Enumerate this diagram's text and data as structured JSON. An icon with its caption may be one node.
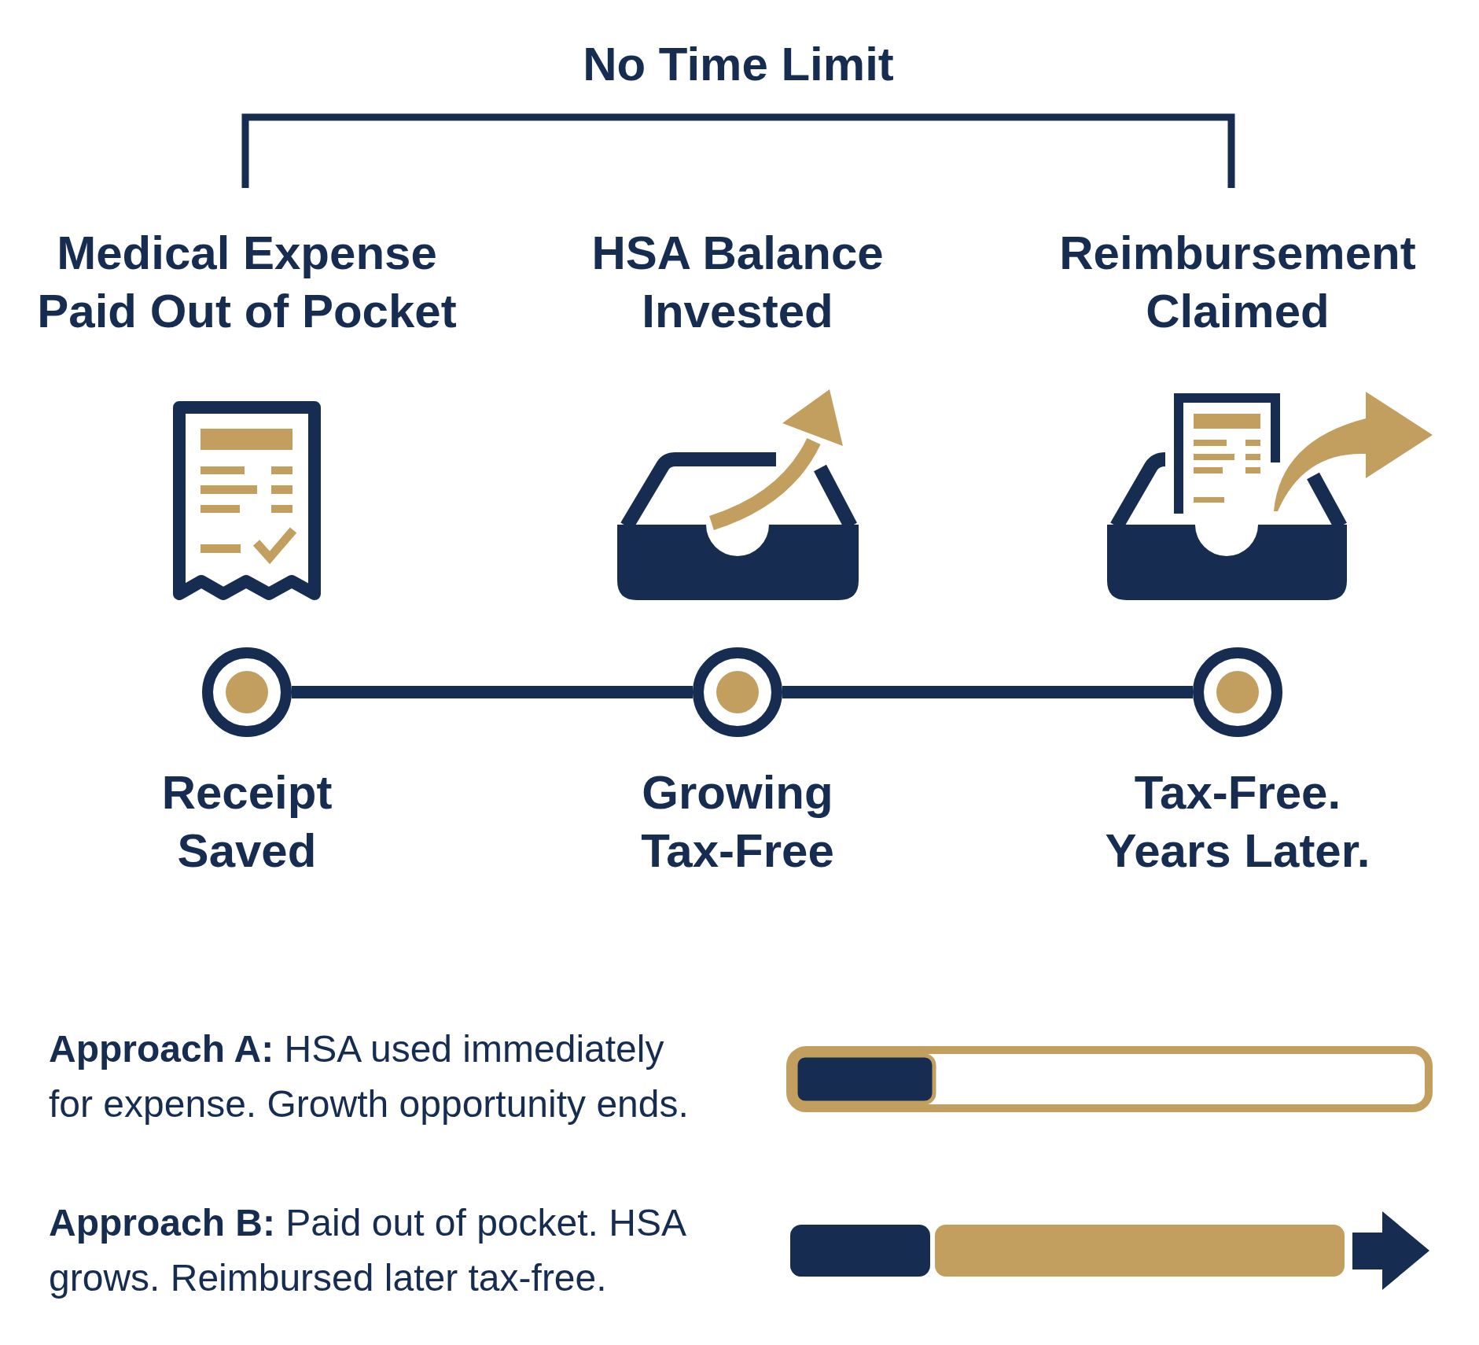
{
  "diagram": {
    "title": "No Time Limit",
    "nodes": [
      {
        "text": [],
        "shape": "circle",
        "beside": [
          "Receipt Saved"
        ]
      },
      {
        "text": [],
        "shape": "circle",
        "beside": [
          "Growing Tax-Free"
        ]
      },
      {
        "text": [],
        "shape": "circle",
        "beside": [
          "Tax-Free. Years Later."
        ]
      }
    ],
    "edges": [
      {
        "from": 0,
        "to": 1,
        "arrow": "none"
      },
      {
        "from": 1,
        "to": 2,
        "arrow": "none"
      }
    ],
    "labels": [
      "Medical Expense Paid Out of Pocket",
      "HSA Balance Invested",
      "Reimbursement Claimed",
      "**Approach A:** HSA used immediately for expense. Growth opportunity ends.",
      "**Approach B:** Paid out of pocket. HSA grows. Reimbursed later tax-free."
    ]
  }
}
